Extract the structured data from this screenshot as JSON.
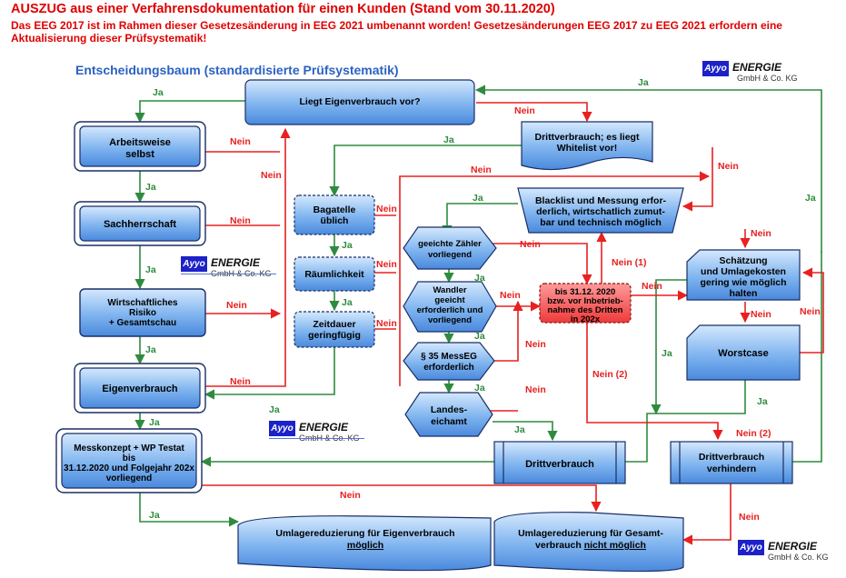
{
  "header": {
    "line1": "AUSZUG aus einer Verfahrensdokumentation für einen Kunden (Stand vom 30.11.2020)",
    "line2": "Das EEG 2017 ist im Rahmen dieser Gesetzesänderung in EEG 2021 umbenannt worden! Gesetzesänderungen EEG 2017 zu EEG 2021 erfordern eine",
    "line3": "Aktualisierung  dieser Prüfsystematik!"
  },
  "subtitle": "Entscheidungsbaum (standardisierte Prüfsystematik)",
  "logo": {
    "badge": "Ayyo",
    "name": "ENERGIE",
    "sub": "GmbH & Co. KG"
  },
  "nodes": {
    "eigenverbrauch_q": "Liegt Eigenverbrauch vor?",
    "arbeitsweise": [
      "Arbeitsweise",
      "selbst"
    ],
    "sachherrschaft": "Sachherrschaft",
    "risiko": [
      "Wirtschaftliches",
      "Risiko",
      "+ Gesamtschau"
    ],
    "eigenverbrauch": "Eigenverbrauch",
    "messkonzept": [
      "Messkonzept + WP Testat",
      "bis",
      "31.12.2020 und Folgejahr 202x",
      "vorliegend"
    ],
    "whitelist": [
      "Drittverbrauch; es liegt",
      "Whitelist vor!"
    ],
    "bagatelle": [
      "Bagatelle",
      "üblich"
    ],
    "raeumlichkeit": "Räumlichkeit",
    "zeitdauer": [
      "Zeitdauer",
      "geringfügig"
    ],
    "blacklist": [
      "Blacklist und Messung erfor-",
      "derlich, wirtschatlich zumut-",
      "bar und technisch möglich"
    ],
    "geeichte": [
      "geeichte Zähler",
      "vorliegend"
    ],
    "wandler": [
      "Wandler",
      "geeicht",
      "erforderlich und",
      "vorliegend"
    ],
    "messeg": [
      "§ 35 MessEG",
      "erforderlich"
    ],
    "landeseichamt": [
      "Landes-",
      "eichamt"
    ],
    "inbetrieb": [
      "bis 31.12. 2020",
      "bzw. vor Inbetrieb-",
      "nahme des Dritten",
      "in 202x"
    ],
    "schaetzung": [
      "Schätzung",
      "und Umlagekosten",
      "gering wie möglich",
      "halten"
    ],
    "worstcase": "Worstcase",
    "drittverbrauch": "Drittverbrauch",
    "verhindern": [
      "Drittverbrauch",
      "verhindern"
    ],
    "umlage_eigen": [
      "Umlagereduzierung für Eigenverbrauch",
      "möglich"
    ],
    "umlage_gesamt": [
      "Umlagereduzierung für Gesamt-",
      "verbrauch ",
      "nicht  möglich"
    ]
  },
  "labels": {
    "ja": "Ja",
    "nein": "Nein",
    "nein1": "Nein (1)",
    "nein2": "Nein (2)"
  },
  "colors": {
    "header_red": "#e00000",
    "subtitle_blue": "#2a62c2",
    "yes_green": "#2e8b3d",
    "no_red": "#e82020",
    "box_blue": "#6ea8ea",
    "highlight_red": "#f04848"
  }
}
